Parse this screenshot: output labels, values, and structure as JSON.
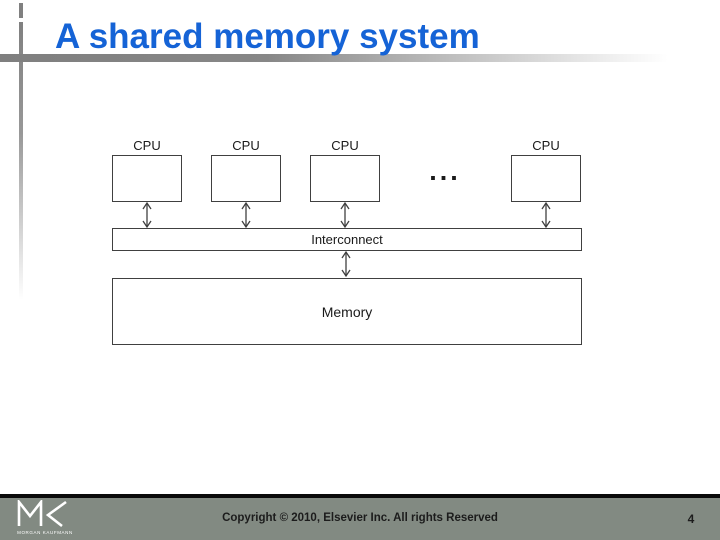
{
  "slide": {
    "title": "A shared memory system"
  },
  "diagram": {
    "cpus": [
      "CPU",
      "CPU",
      "CPU",
      "CPU"
    ],
    "ellipsis": "...",
    "interconnect_label": "Interconnect",
    "memory_label": "Memory"
  },
  "footer": {
    "logo_subtext": "MORGAN KAUFMANN",
    "copyright": "Copyright © 2010, Elsevier Inc. All rights Reserved",
    "page_number": "4"
  },
  "colors": {
    "title_blue": "#1563d6",
    "accent_gray": "#808080",
    "footer_gray": "#828a82",
    "footer_divider_black": "#0a0a0a",
    "diagram_line": "#404040"
  }
}
